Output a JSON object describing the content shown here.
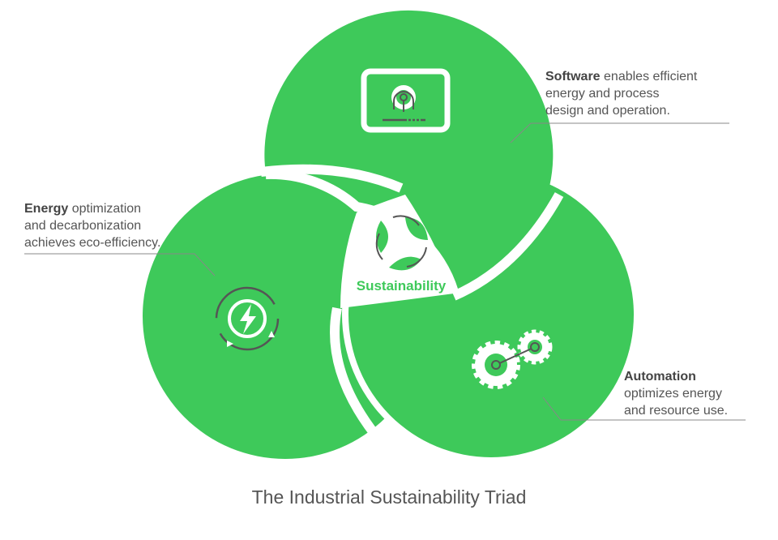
{
  "colors": {
    "green": "#3ec95a",
    "text": "#555555",
    "white": "#ffffff",
    "icon": "#555555"
  },
  "center": {
    "label": "Sustainability",
    "icon": "leaf-cycle-icon"
  },
  "software": {
    "bold": "Software",
    "rest_line1": " enables efficient",
    "line2": "energy and process",
    "line3": "design and operation.",
    "icon": "monitor-gear-icon"
  },
  "energy": {
    "bold": "Energy",
    "rest_line1": " optimization",
    "line2": "and decarbonization",
    "line3": "achieves eco-efficiency.",
    "icon": "lightning-cycle-icon"
  },
  "automation": {
    "bold": "Automation",
    "line2": "optimizes energy",
    "line3": "and resource use.",
    "icon": "gears-icon"
  },
  "caption": "The Industrial Sustainability Triad"
}
